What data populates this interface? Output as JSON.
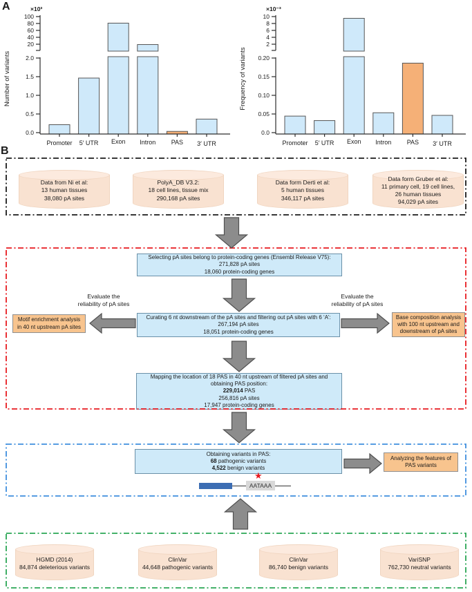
{
  "panels": {
    "a_label": "A",
    "b_label": "B"
  },
  "chart_data": [
    {
      "type": "bar",
      "ylabel": "Number of variants",
      "scale_label": "×10³",
      "categories": [
        "Promoter",
        "5′ UTR",
        "Exon",
        "Intron",
        "PAS",
        "3′ UTR"
      ],
      "values": [
        0.25,
        1.5,
        81,
        19,
        0.07,
        0.4
      ],
      "bar_colors": [
        "blue",
        "blue",
        "blue",
        "blue",
        "orange",
        "blue"
      ],
      "axis_break": true,
      "lower_ticks": [
        "0.0",
        "0.5",
        "1.0",
        "1.5",
        "2.0"
      ],
      "upper_ticks": [
        20,
        40,
        60,
        80,
        100
      ],
      "grid": false,
      "note": "broken y-axis; lower segment 0.0–2.0 ×10³, upper segment 20–100 ×10³"
    },
    {
      "type": "bar",
      "ylabel": "Frequency of variants",
      "scale_label": "×10⁻³",
      "categories": [
        "Promoter",
        "5′ UTR",
        "Exon",
        "Intron",
        "PAS",
        "3′ UTR"
      ],
      "values": [
        0.048,
        0.036,
        9.5,
        0.057,
        0.19,
        0.05
      ],
      "bar_colors": [
        "blue",
        "blue",
        "blue",
        "blue",
        "orange",
        "blue"
      ],
      "axis_break": true,
      "lower_ticks": [
        "0.0",
        "0.05",
        "0.10",
        "0.15",
        "0.20"
      ],
      "upper_ticks": [
        2,
        4,
        6,
        8,
        10
      ],
      "grid": false,
      "note": "broken y-axis; lower segment 0.0–0.20 ×10⁻³, upper segment 2–10 ×10⁻³"
    }
  ],
  "flowchart": {
    "top_box": {
      "sources": [
        {
          "lines": [
            "Data from Ni et al:",
            "13 human tissues",
            "38,080 pA sites"
          ]
        },
        {
          "lines": [
            "PolyA_DB V3.2:",
            "18 cell lines, tissue mix",
            "290,168 pA sites"
          ]
        },
        {
          "lines": [
            "Data form Derti et al:",
            "5 human tissues",
            "346,117 pA sites"
          ]
        },
        {
          "lines": [
            "Data form Gruber et al:",
            "11 primary cell, 19 cell lines,",
            "26 human tissues",
            "94,029 pA sites"
          ]
        }
      ]
    },
    "process": {
      "step1": {
        "lines": [
          "Selecting pA sites belong to protein-coding genes (Ensembl  Release V75):",
          "271,828 pA sites",
          "18,060 protein-coding genes"
        ]
      },
      "step2": {
        "lines": [
          "Curating 6 nt downstream of the pA sites and filtering out pA sites with 6 ‘A’:",
          "267,194 pA sites",
          "18,051 protein-coding genes"
        ]
      },
      "step3": {
        "lines": [
          "Mapping the location of 18 PAS in 40 nt upstream of filtered pA sites and",
          "obtaining PAS position:",
          "**229,014** PAS",
          "256,816 pA sites",
          "17,947 protein-coding genes"
        ]
      },
      "left_note": {
        "lines": [
          "Evaluate the",
          "reliability of pA sites"
        ]
      },
      "right_note": {
        "lines": [
          "Evaluate the",
          "reliability of pA sites"
        ]
      },
      "left_analysis": {
        "lines": [
          "Motif enrichment analysis",
          "in 40 nt upstream pA sites"
        ]
      },
      "right_analysis": {
        "lines": [
          "Base composition analysis",
          "with 100 nt upstream and",
          "downstream of pA sites"
        ]
      }
    },
    "variants": {
      "step4": {
        "lines": [
          "Obtaining variants in PAS:",
          "**68** pathogenic variants",
          "**4,522** benign variants"
        ]
      },
      "right_analysis": {
        "lines": [
          "Analyzing the features of",
          "PAS variants"
        ]
      },
      "pas_motif": "AATAAA"
    },
    "bottom_box": {
      "sources": [
        {
          "lines": [
            "HGMD (2014)",
            "84,874 deleterious variants"
          ]
        },
        {
          "lines": [
            "ClinVar",
            "44,648 pathogenic variants"
          ]
        },
        {
          "lines": [
            "ClinVar",
            "86,740 benign variants"
          ]
        },
        {
          "lines": [
            "VariSNP",
            "762,730 neutral variants"
          ]
        }
      ]
    }
  },
  "icons": {
    "star": "★"
  },
  "colors": {
    "bar_blue": "#cfe9fa",
    "bar_orange": "#f5b077",
    "box_blue": "#cfeaf9",
    "box_orange": "#f8c48e",
    "cylinder_body": "#f9e2d1",
    "cylinder_top": "#fceade",
    "arrow_gray": "#8c8c8c",
    "border_black": "#1a1a1a",
    "border_red": "#e8191f",
    "border_blue": "#3e8ede",
    "border_green": "#29a654",
    "gene_bar_blue": "#3c6db3",
    "star_red": "#e8191f",
    "motif_box_gray": "#d8d8d8"
  }
}
